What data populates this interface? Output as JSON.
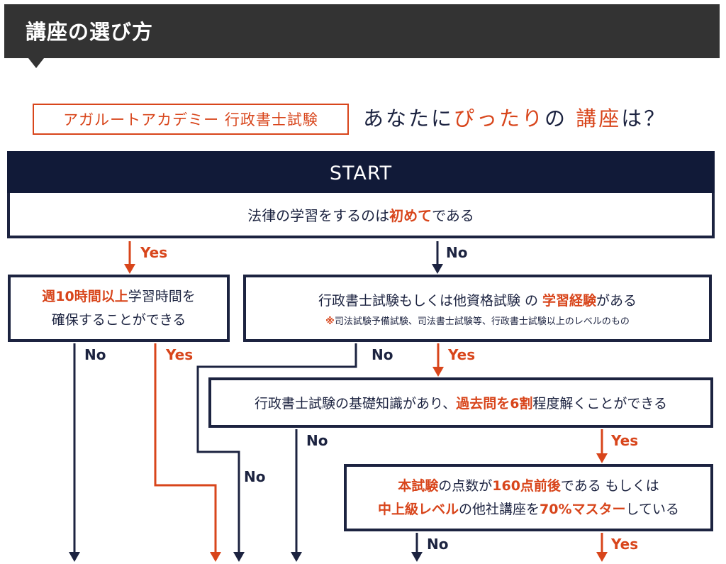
{
  "header": {
    "title": "講座の選び方"
  },
  "brand": "アガルートアカデミー 行政書士試験",
  "question": {
    "p1": "あなたに",
    "p2": "ぴったり",
    "p3": "の ",
    "p4": "講座",
    "p5": "は？"
  },
  "start": "START",
  "q1": {
    "t1": "法律の学習をするのは",
    "t2": "初めて",
    "t3": "である"
  },
  "q2": {
    "t1": "週10時間以上",
    "t2": "学習時間を",
    "t3": "確保することができる"
  },
  "q3": {
    "t1": "行政書士試験もしくは他資格試験 の ",
    "t2": "学習経験",
    "t3": "がある",
    "mark": "※",
    "note": "司法試験予備試験、司法書士試験等、行政書士試験以上のレベルのもの"
  },
  "q4": {
    "t1": "行政書士試験の基礎知識があり、",
    "t2": "過去問を6割",
    "t3": "程度解くことができる"
  },
  "q5": {
    "a1": "本試験",
    "a2": "の点数が",
    "a3": "160点前後",
    "a4": "である もしくは",
    "b1": "中上級レベル",
    "b2": "の他社講座を",
    "b3": "70%マスター",
    "b4": "している"
  },
  "labels": {
    "yes": "Yes",
    "no": "No"
  },
  "colors": {
    "accent": "#d8451b",
    "navy": "#1c2340",
    "header_bg": "#333333"
  }
}
